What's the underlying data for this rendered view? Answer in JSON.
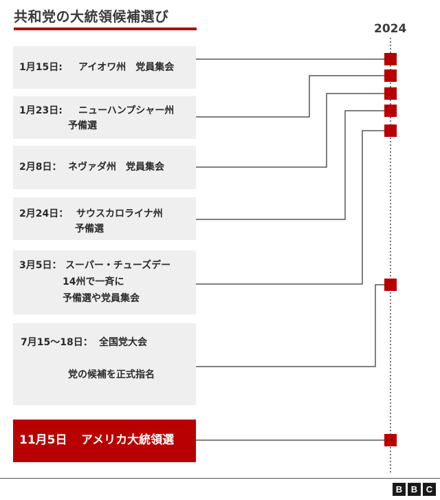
{
  "title": "共和党の大統領候補選び",
  "year": "2024",
  "events": [
    {
      "date": "1月15日:",
      "lines": [
        "アイオワ州　党員集会"
      ]
    },
    {
      "date": "1月23日:",
      "lines": [
        "ニューハンプシャー州",
        "予備選"
      ]
    },
    {
      "date": "2月8日：",
      "lines": [
        "ネヴァダ州　党員集会"
      ]
    },
    {
      "date": "2月24日：",
      "lines": [
        "サウスカロライナ州",
        "予備選"
      ]
    },
    {
      "date": "3月5日：",
      "lines": [
        "スーパー・チューズデー",
        "14州で一斉に",
        "予備選や党員集会"
      ]
    },
    {
      "date": "7月15～18日：",
      "lines": [
        "全国党大会",
        "党の候補を正式指名"
      ]
    }
  ],
  "final_event": {
    "date": "11月5日",
    "label": "アメリカ大統領選"
  },
  "colors": {
    "accent": "#b80000",
    "box": "#efefef",
    "line": "#555555"
  },
  "logo": [
    "B",
    "B",
    "C"
  ]
}
